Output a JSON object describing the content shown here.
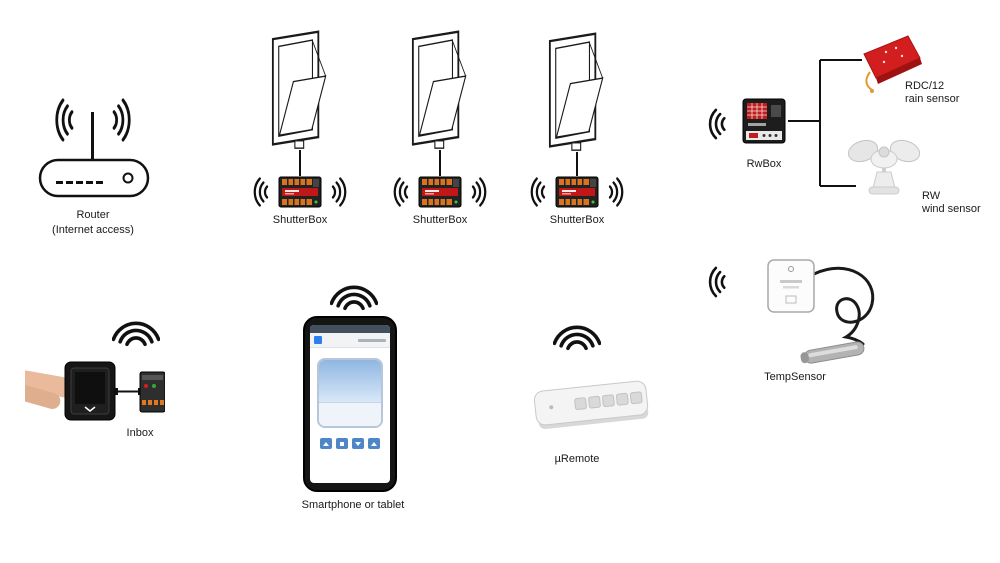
{
  "colors": {
    "device_red": "#c21d1d",
    "terminal_orange": "#d9731f",
    "line_black": "#1a1a1a",
    "app_blue": "#4f86c6"
  },
  "icons": [
    "wifi-fan-icon",
    "wifi-waves-left-icon",
    "wifi-waves-right-icon",
    "router-icon",
    "antenna-icon",
    "window-open-icon",
    "shutterbox-device-icon",
    "rwbox-device-icon",
    "rain-sensor-icon",
    "wind-sensor-icon",
    "finger-press-icon",
    "wall-switch-icon",
    "inbox-module-icon",
    "smartphone-icon",
    "remote-icon",
    "tempsensor-device-icon",
    "tempsensor-probe-icon"
  ],
  "diagram": {
    "router": {
      "label": "Router",
      "sublabel": "(Internet access)"
    },
    "shutterboxes": [
      {
        "label": "ShutterBox"
      },
      {
        "label": "ShutterBox"
      },
      {
        "label": "ShutterBox"
      }
    ],
    "rwbox": {
      "label": "RwBox"
    },
    "rain_sensor": {
      "name": "RDC/12",
      "type": "rain sensor"
    },
    "wind_sensor": {
      "name": "RW",
      "type": "wind sensor"
    },
    "inbox": {
      "label": "Inbox"
    },
    "smartphone": {
      "label": "Smartphone or tablet"
    },
    "uremote": {
      "label": "µRemote"
    },
    "tempsensor": {
      "label": "TempSensor"
    }
  }
}
